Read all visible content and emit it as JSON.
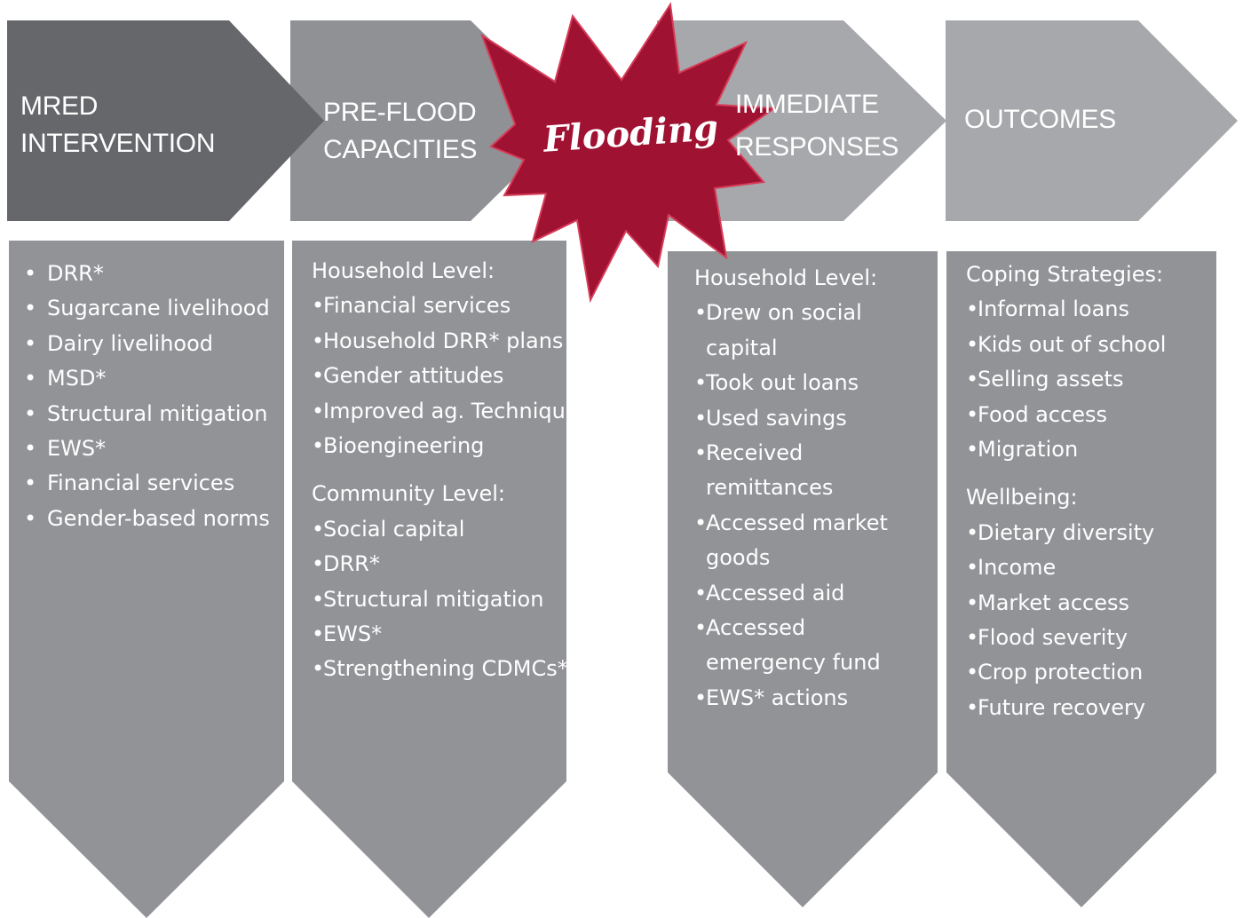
{
  "colors": {
    "header_dark": "#65676b",
    "header_mid": "#8f9195",
    "header_light": "#a6a8ab",
    "column_fill": "#919397",
    "burst_fill": "#a01232",
    "burst_stroke": "#d63c58",
    "text": "#ffffff"
  },
  "icons": {
    "burst": "starburst-shape",
    "arrow": "chevron-arrow-shape"
  },
  "flood_label": "Flooding",
  "headers": [
    {
      "lines": [
        "MRED",
        "INTERVENTION"
      ]
    },
    {
      "lines": [
        "PRE-FLOOD",
        "CAPACITIES"
      ]
    },
    {
      "lines": [
        "IMMEDIATE",
        "RESPONSES"
      ]
    },
    {
      "lines": [
        "OUTCOMES"
      ]
    }
  ],
  "columns": [
    {
      "bullet": "•",
      "sections": [
        {
          "label": "",
          "items": [
            "DRR*",
            "Sugarcane livelihood",
            "Dairy livelihood",
            "MSD*",
            "Structural mitigation",
            "EWS*",
            "Financial services",
            "Gender-based norms"
          ]
        }
      ]
    },
    {
      "bullet": "•",
      "sections": [
        {
          "label": "Household Level:",
          "items": [
            "Financial services",
            "Household DRR* plans",
            "Gender attitudes",
            "Improved ag. Techniques",
            "Bioengineering"
          ]
        },
        {
          "label": "Community Level:",
          "items": [
            "Social capital",
            "DRR*",
            "Structural mitigation",
            "EWS*",
            "Strengthening CDMCs*"
          ]
        }
      ]
    },
    {
      "bullet": "•",
      "sections": [
        {
          "label": "Household Level:",
          "items": [
            "Drew on social capital",
            "Took out loans",
            "Used savings",
            "Received remittances",
            "Accessed market goods",
            "Accessed aid",
            "Accessed emergency fund",
            "EWS* actions"
          ]
        }
      ]
    },
    {
      "bullet": "•",
      "sections": [
        {
          "label": "Coping Strategies:",
          "items": [
            "Informal loans",
            "Kids out of school",
            "Selling assets",
            "Food access",
            "Migration"
          ]
        },
        {
          "label": "Wellbeing:",
          "items": [
            "Dietary diversity",
            "Income",
            "Market access",
            "Flood severity",
            "Crop protection",
            "Future recovery"
          ]
        }
      ]
    }
  ]
}
